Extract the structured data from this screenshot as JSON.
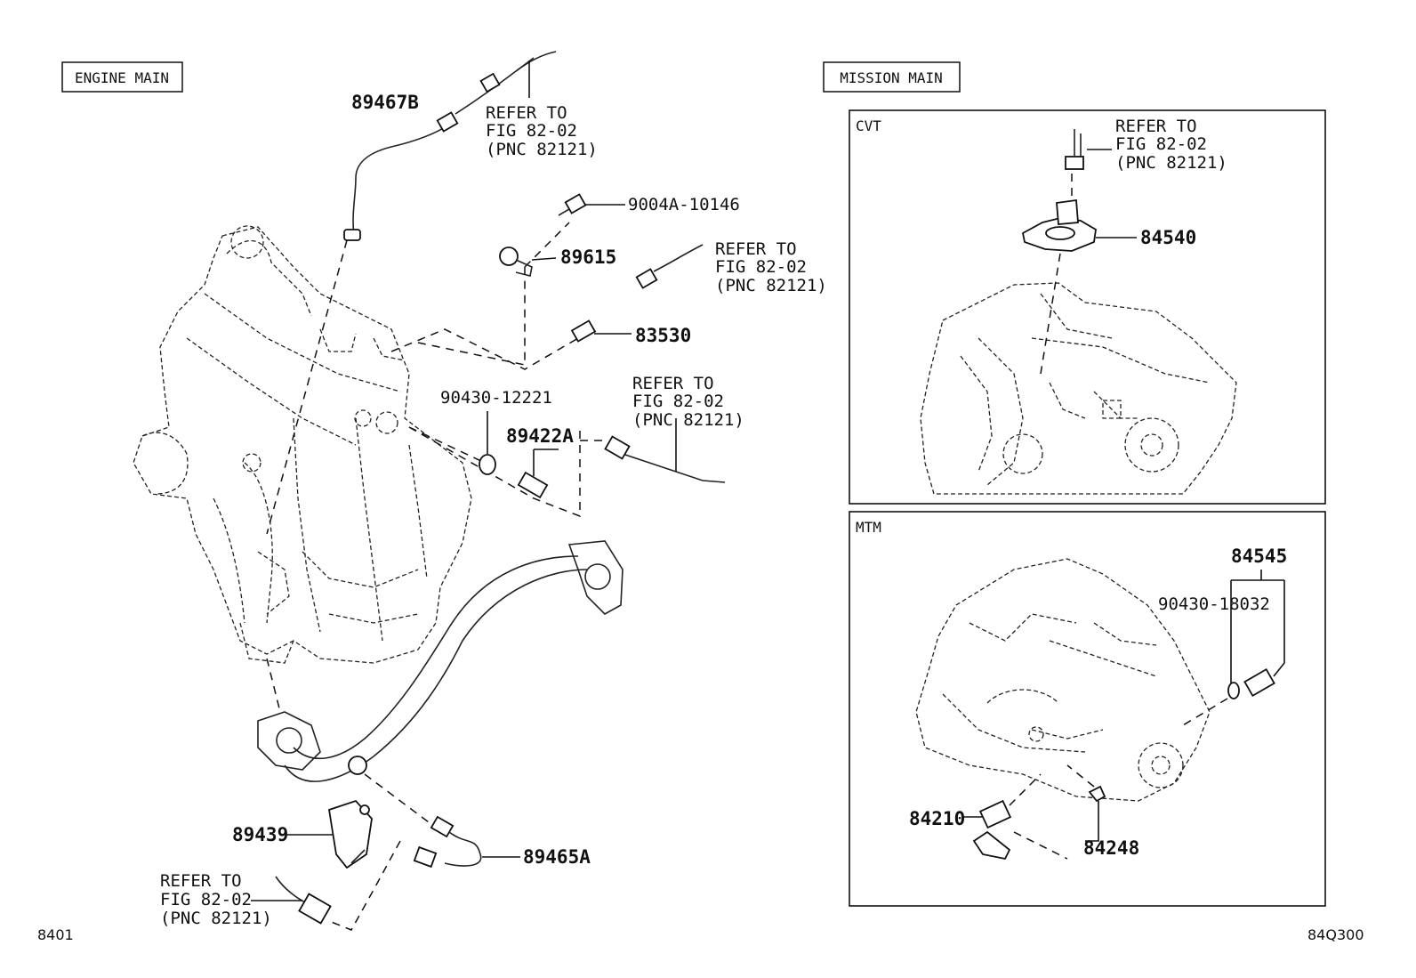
{
  "sections": {
    "engine_main": "ENGINE MAIN",
    "mission_main": "MISSION MAIN",
    "cvt": "CVT",
    "mtm": "MTM"
  },
  "refer_note": {
    "line1": "REFER TO",
    "line2": "FIG 82-02",
    "line3": "(PNC 82121)"
  },
  "parts": {
    "p89467B": "89467B",
    "p9004A": "9004A-10146",
    "p89615": "89615",
    "p83530": "83530",
    "p90430_12221": "90430-12221",
    "p89422A": "89422A",
    "p89439": "89439",
    "p89465A": "89465A",
    "p84540": "84540",
    "p84545": "84545",
    "p90430_18032": "90430-18032",
    "p84210": "84210",
    "p84248": "84248"
  },
  "footer": {
    "left_code": "8401",
    "right_code": "84Q300"
  }
}
